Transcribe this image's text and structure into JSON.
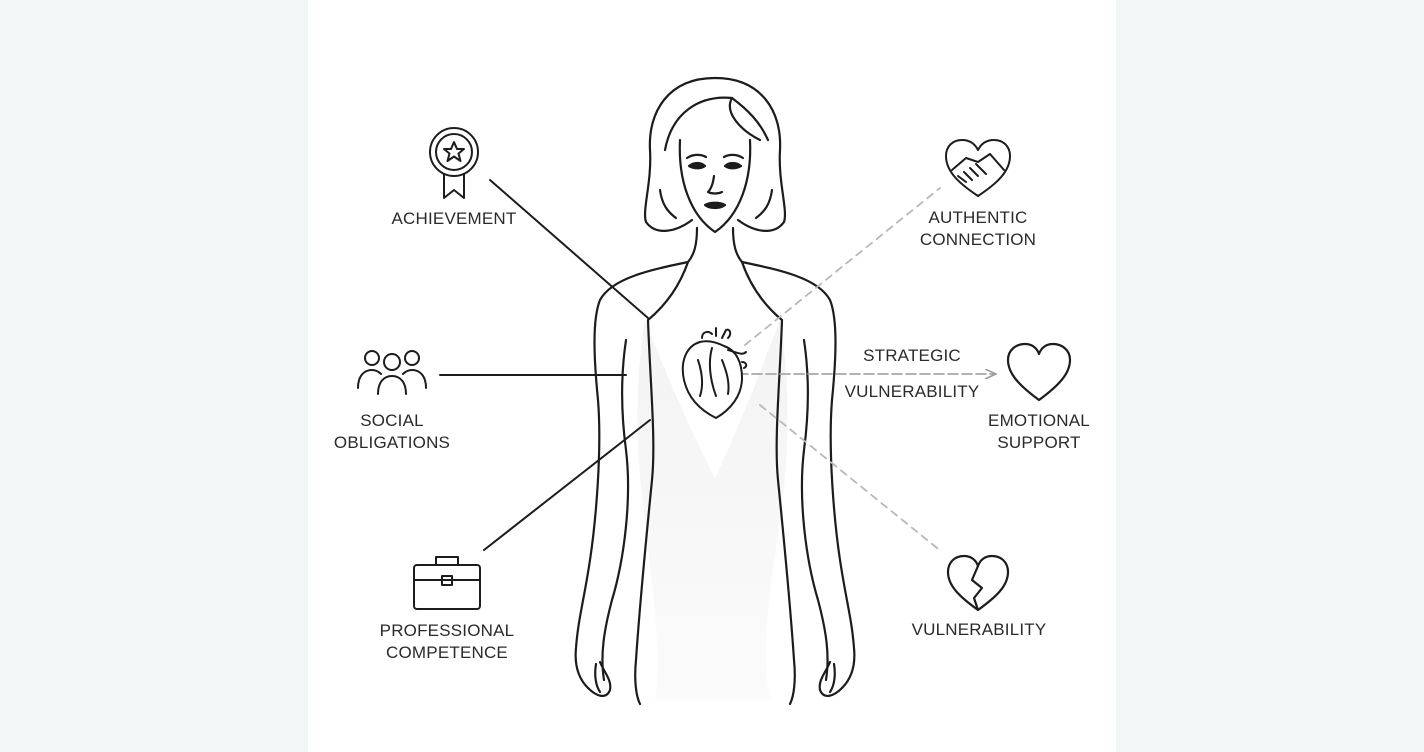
{
  "labels": {
    "achievement": "ACHIEVEMENT",
    "social_obligations": [
      "SOCIAL",
      "OBLIGATIONS"
    ],
    "professional_competence": [
      "PROFESSIONAL",
      "COMPETENCE"
    ],
    "authentic_connection": [
      "AUTHENTIC",
      "CONNECTION"
    ],
    "strategic_vulnerability": [
      "STRATEGIC",
      "VULNERABILITY"
    ],
    "emotional_support": [
      "EMOTIONAL",
      "SUPPORT"
    ],
    "vulnerability": "VULNERABILITY"
  },
  "icons": {
    "achievement": "award-ribbon-icon",
    "social_obligations": "group-people-icon",
    "professional_competence": "briefcase-icon",
    "authentic_connection": "handshake-heart-icon",
    "emotional_support": "heart-icon",
    "vulnerability": "broken-heart-icon",
    "center": "anatomical-heart-icon"
  },
  "colors": {
    "ink": "#1c1c1c",
    "dashed": "#b8b8b8",
    "page_background": "#f2f6f7",
    "canvas": "#ffffff"
  }
}
